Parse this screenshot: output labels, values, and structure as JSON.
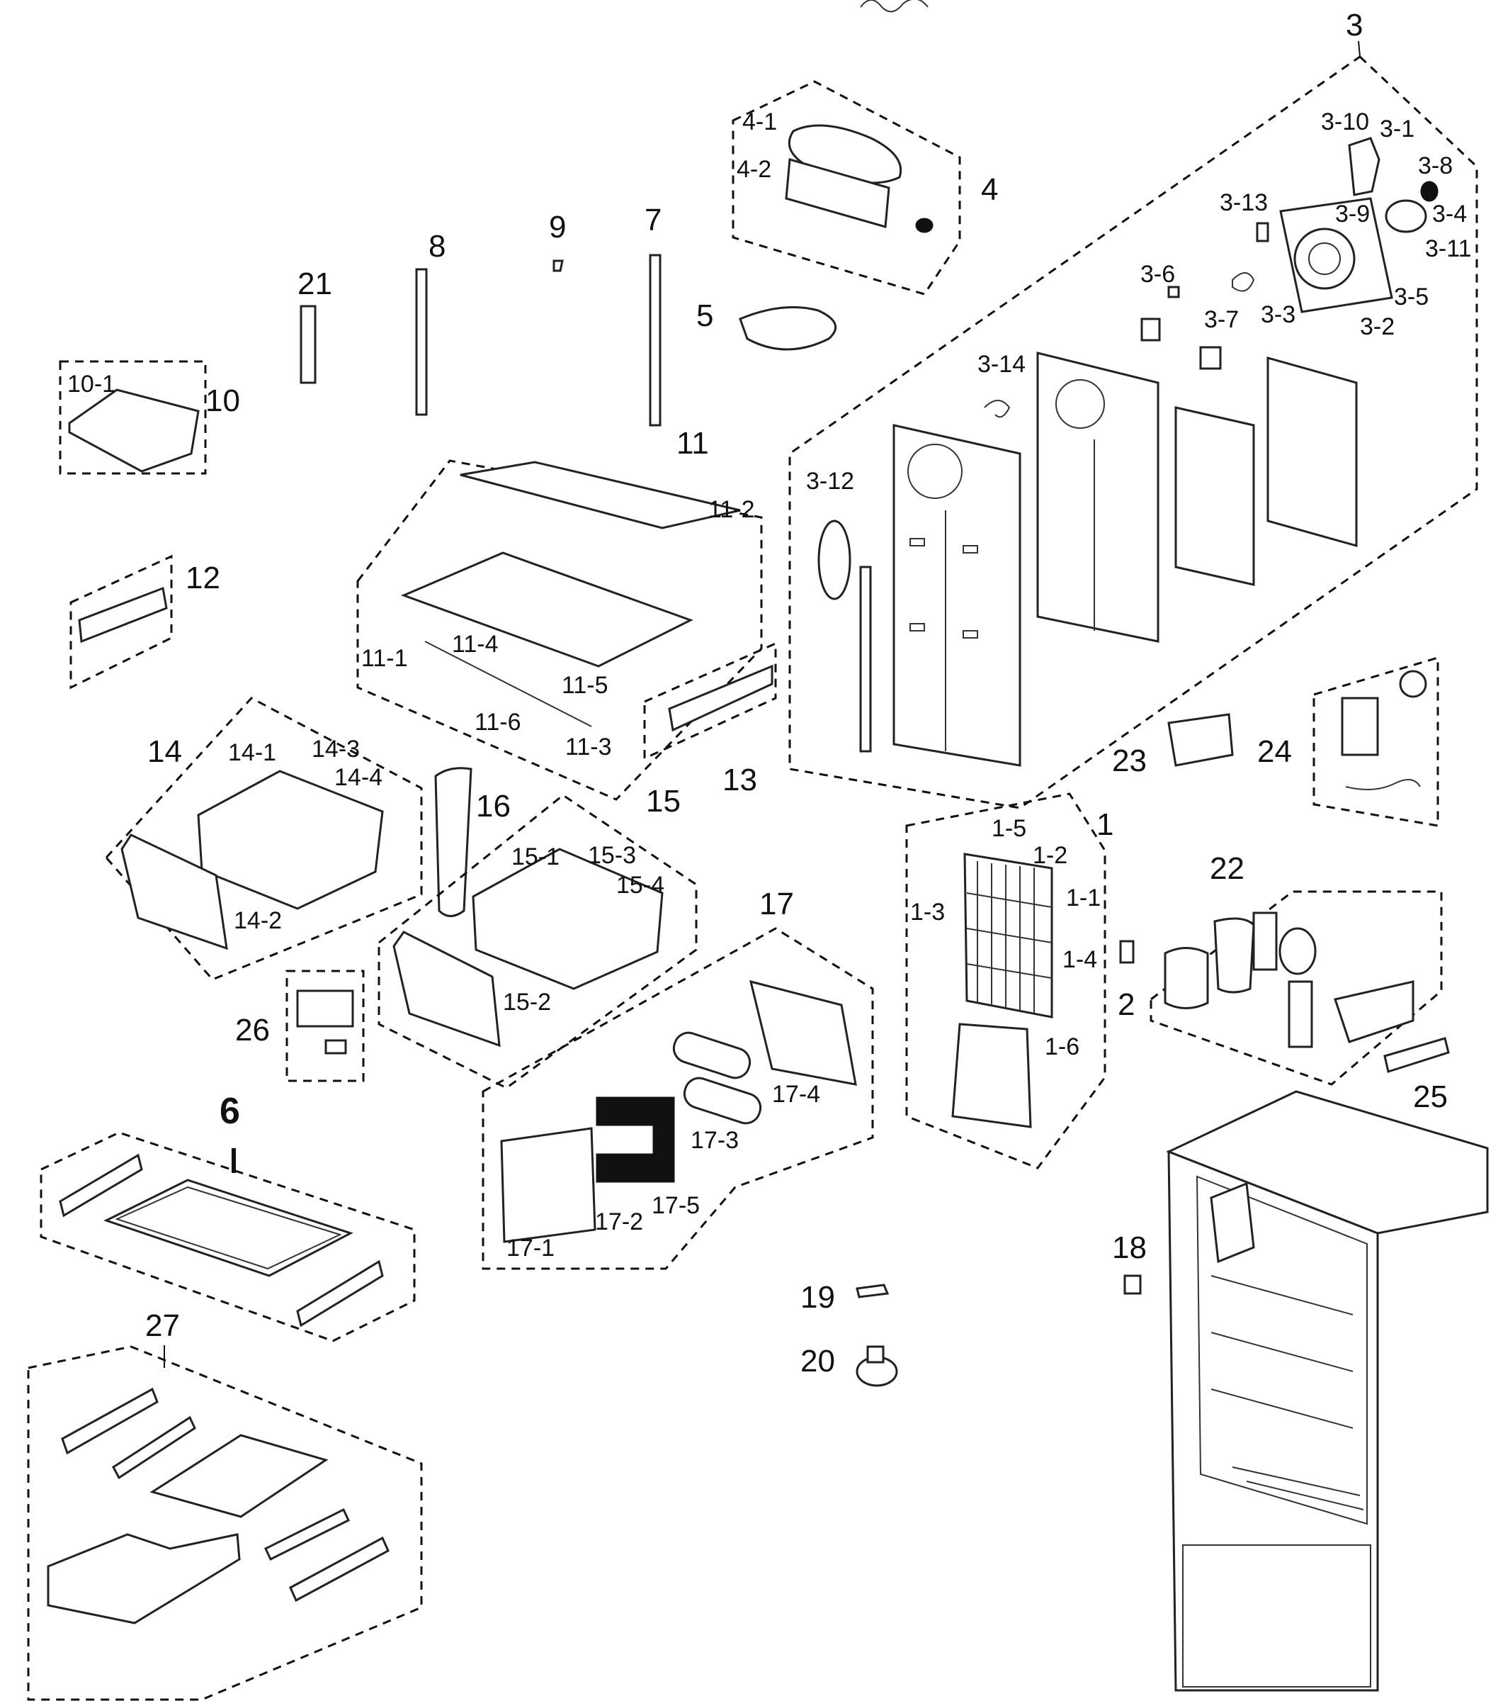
{
  "groups": {
    "g3": {
      "label": "3"
    },
    "g4": {
      "label": "4"
    },
    "g10": {
      "label": "10"
    },
    "g11": {
      "label": "11"
    },
    "g12": {
      "label": "12"
    },
    "g13": {
      "label": "13"
    },
    "g14": {
      "label": "14"
    },
    "g15": {
      "label": "15"
    },
    "g17": {
      "label": "17"
    },
    "g1": {
      "label": "1"
    },
    "g22": {
      "label": "22"
    },
    "g24": {
      "label": "24"
    },
    "g26": {
      "label": "26"
    },
    "g6": {
      "label": "6"
    },
    "g27": {
      "label": "27"
    }
  },
  "parts": {
    "p2": "2",
    "p5": "5",
    "p7": "7",
    "p8": "8",
    "p9": "9",
    "p16": "16",
    "p18": "18",
    "p19": "19",
    "p20": "20",
    "p21": "21",
    "p23": "23",
    "p25": "25"
  },
  "sub_labels": {
    "s3_1": "3-1",
    "s3_2": "3-2",
    "s3_3": "3-3",
    "s3_4": "3-4",
    "s3_5": "3-5",
    "s3_6": "3-6",
    "s3_7": "3-7",
    "s3_8": "3-8",
    "s3_9": "3-9",
    "s3_10": "3-10",
    "s3_11": "3-11",
    "s3_12": "3-12",
    "s3_13": "3-13",
    "s3_14": "3-14",
    "s4_1": "4-1",
    "s4_2": "4-2",
    "s10_1": "10-1",
    "s11_1": "11-1",
    "s11_2": "11-2",
    "s11_3": "11-3",
    "s11_4": "11-4",
    "s11_5": "11-5",
    "s11_6": "11-6",
    "s14_1": "14-1",
    "s14_2": "14-2",
    "s14_3": "14-3",
    "s14_4": "14-4",
    "s15_1": "15-1",
    "s15_2": "15-2",
    "s15_3": "15-3",
    "s15_4": "15-4",
    "s1_1": "1-1",
    "s1_2": "1-2",
    "s1_3": "1-3",
    "s1_4": "1-4",
    "s1_5": "1-5",
    "s1_6": "1-6",
    "s17_1": "17-1",
    "s17_2": "17-2",
    "s17_3": "17-3",
    "s17_4": "17-4",
    "s17_5": "17-5"
  }
}
